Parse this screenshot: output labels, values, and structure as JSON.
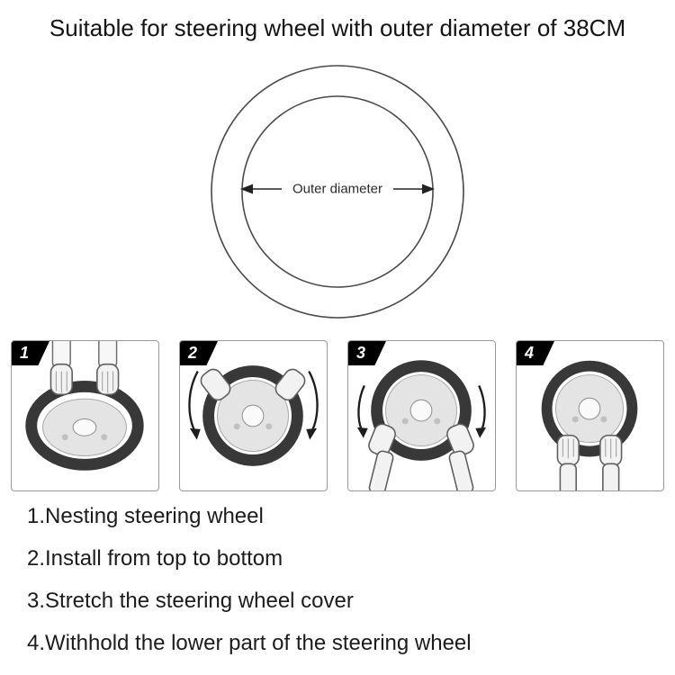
{
  "title": "Suitable for steering wheel with outer diameter of 38CM",
  "diagram": {
    "arrow_label": "Outer diameter"
  },
  "steps": [
    {
      "number": "1",
      "caption": "1.Nesting steering wheel",
      "illustration": "hands-nesting-cover-on-wheel-top"
    },
    {
      "number": "2",
      "caption": "2.Install from top to bottom",
      "illustration": "hands-installing-cover-downward-with-arrows"
    },
    {
      "number": "3",
      "caption": "3.Stretch the steering wheel cover",
      "illustration": "hands-stretching-cover-at-sides"
    },
    {
      "number": "4",
      "caption": "4.Withhold the lower part of the steering wheel",
      "illustration": "hands-holding-lower-rim"
    }
  ]
}
